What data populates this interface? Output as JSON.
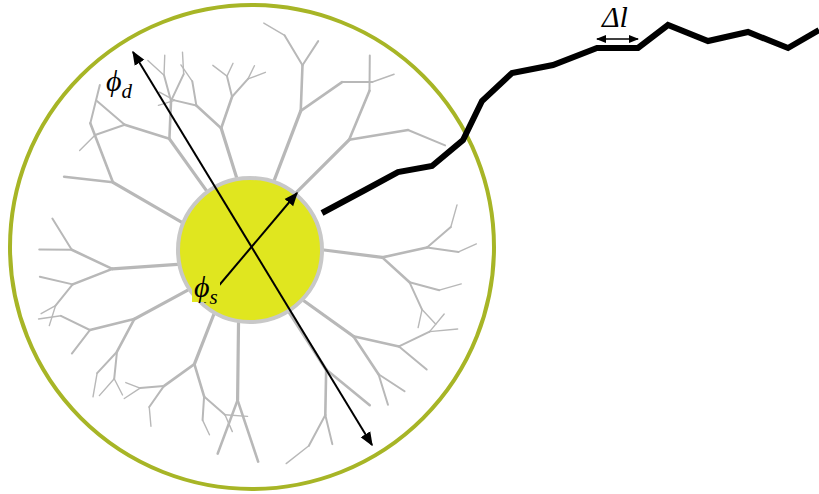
{
  "diagram": {
    "labels": [
      "ϕd",
      "ϕs",
      "Δl"
    ]
  }
}
